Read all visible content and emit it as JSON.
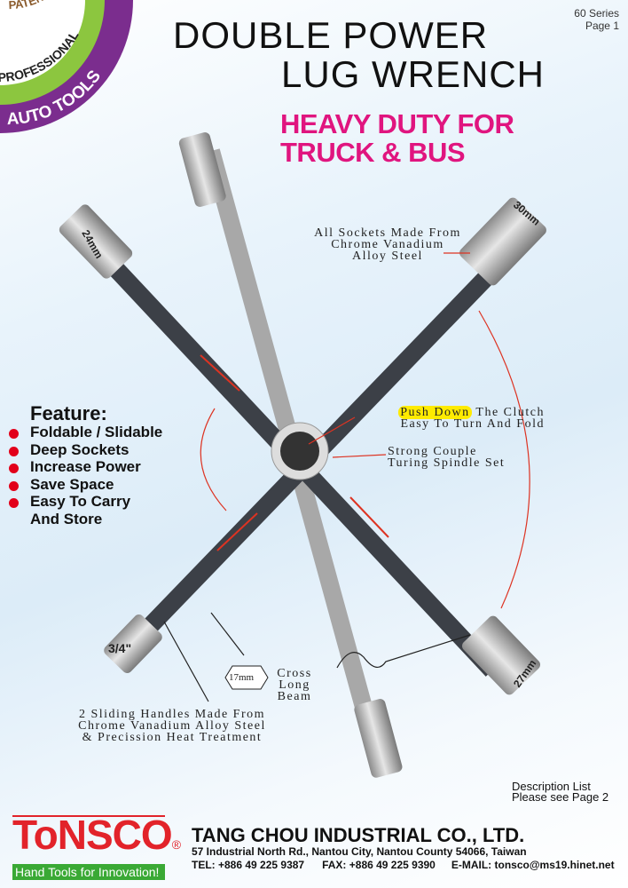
{
  "badge": {
    "ring1": "PATENTED",
    "ring2": "PROFESSIONAL",
    "ring3": "AUTO TOOLS"
  },
  "series": {
    "line1": "60 Series",
    "line2": "Page 1"
  },
  "title": {
    "line1": "DOUBLE POWER",
    "line2": "LUG WRENCH"
  },
  "subtitle": {
    "line1": "HEAVY DUTY FOR",
    "line2": "TRUCK & BUS"
  },
  "sockets": {
    "tl": "24mm",
    "tr": "30mm",
    "bl": "3/4\"",
    "br": "27mm"
  },
  "annotations": {
    "sockets": [
      "All Sockets Made From",
      "Chrome Vanadium",
      "Alloy Steel"
    ],
    "clutch_highlight": "Push Down",
    "clutch": [
      " The Clutch",
      "Easy To Turn And Fold"
    ],
    "spindle": [
      "Strong Couple",
      "Turing Spindle Set"
    ],
    "beam_size": "17mm",
    "beam": [
      "Cross",
      "Long Beam"
    ],
    "handles": [
      "2 Sliding Handles Made From",
      "Chrome Vanadium Alloy Steel",
      "& Precission Heat Treatment"
    ]
  },
  "features": {
    "title": "Feature:",
    "items": [
      "Foldable / Slidable",
      "Deep Sockets",
      "Increase Power",
      "Save Space",
      "Easy To Carry",
      "And Store"
    ]
  },
  "description": {
    "line1": "Description List",
    "line2": "Please see Page 2"
  },
  "footer": {
    "brand": "ToNSCO",
    "registered": "®",
    "tagline": "Hand Tools for Innovation!",
    "company": "TANG CHOU INDUSTRIAL CO., LTD.",
    "address": "57  Industrial North Rd., Nantou City, Nantou County 54066, Taiwan",
    "tel": "TEL: +886 49 225 9387",
    "fax": "FAX: +886 49 225 9390",
    "email": "E-MAIL: tonsco@ms19.hinet.net"
  },
  "colors": {
    "accent": "#e0157f",
    "purple": "#7b2d8e",
    "green": "#8cc63f",
    "red": "#e2001a"
  }
}
